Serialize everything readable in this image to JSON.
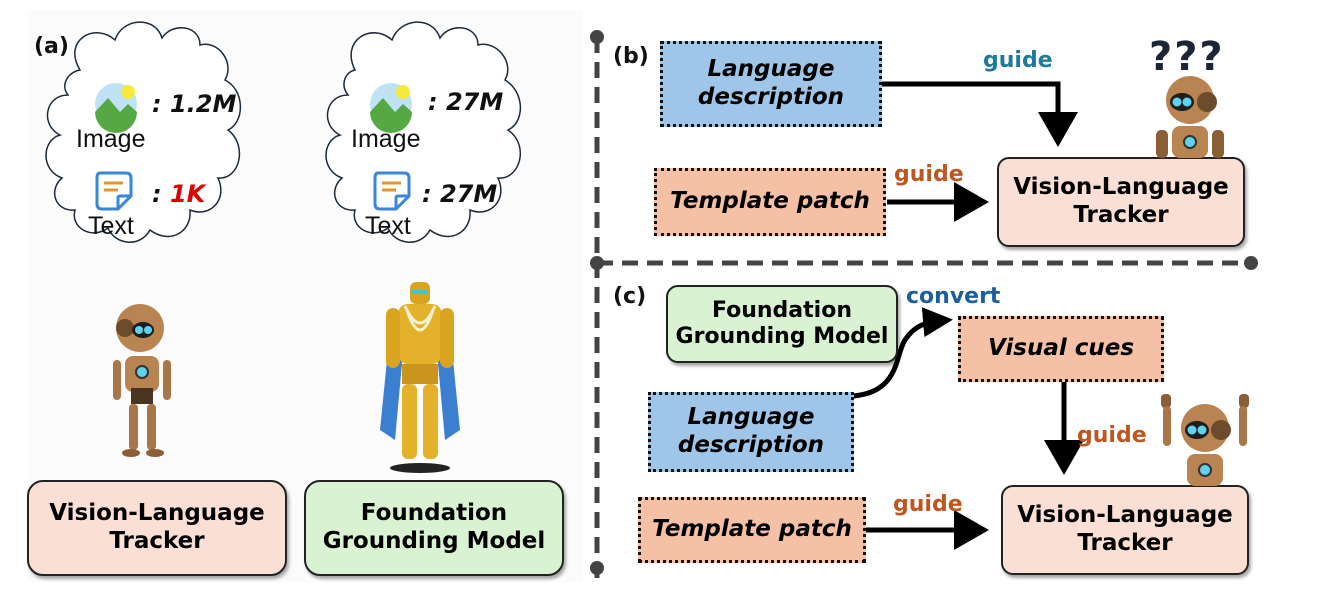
{
  "panel_a": {
    "label": "(a)",
    "left_cloud": {
      "image_label": "Image",
      "image_count": ": 1.2M",
      "text_label": "Text",
      "text_count": ": 1K",
      "text_count_color": "#e00000"
    },
    "right_cloud": {
      "image_label": "Image",
      "image_count": ": 27M",
      "text_label": "Text",
      "text_count": ": 27M"
    },
    "left_box": {
      "line1": "Vision-Language",
      "line2": "Tracker"
    },
    "right_box": {
      "line1": "Foundation",
      "line2": "Grounding Model"
    },
    "left_figure": "small-robot",
    "right_figure": "golden-armored-robot"
  },
  "panel_b": {
    "label": "(b)",
    "language_box": {
      "line1": "Language",
      "line2": "description"
    },
    "template_box": {
      "text": "Template patch"
    },
    "tracker_box": {
      "line1": "Vision-Language",
      "line2": "Tracker"
    },
    "guide_top": "guide",
    "guide_left": "guide",
    "robot_caption": "???"
  },
  "panel_c": {
    "label": "(c)",
    "foundation_box": {
      "line1": "Foundation",
      "line2": "Grounding Model"
    },
    "convert_label": "convert",
    "visual_cues_box": {
      "text": "Visual cues"
    },
    "language_box": {
      "line1": "Language",
      "line2": "description"
    },
    "template_box": {
      "text": "Template patch"
    },
    "tracker_box": {
      "line1": "Vision-Language",
      "line2": "Tracker"
    },
    "guide_vertical": "guide",
    "guide_left": "guide"
  },
  "colors": {
    "guide_blue": "#1f7a99",
    "guide_orange": "#c0561f",
    "convert_blue": "#1f5f99",
    "divider": "#444444"
  }
}
